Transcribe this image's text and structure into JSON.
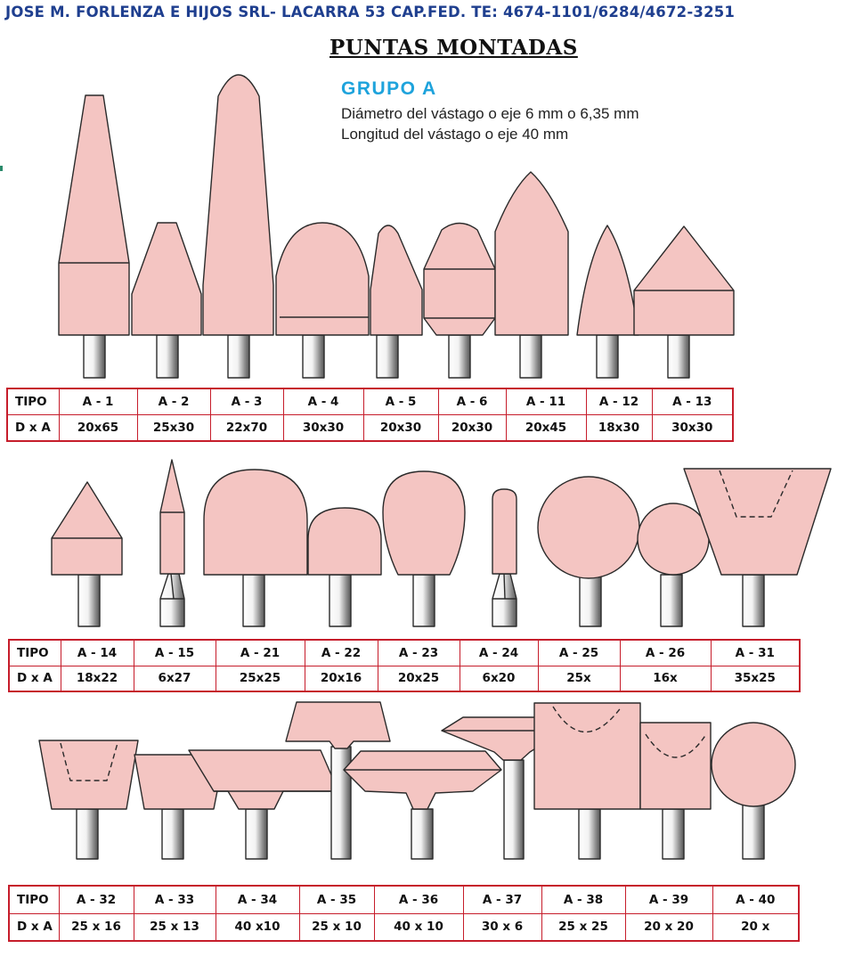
{
  "header": {
    "company_line": "JOSE M. FORLENZA E HIJOS SRL- LACARRA 53 CAP.FED. TE: 4674-1101/6284/4672-3251",
    "title": "PUNTAS MONTADAS"
  },
  "group": {
    "name": "GRUPO  A",
    "spec_1": "Diámetro del vástago o eje 6 mm o 6,35 mm",
    "spec_2": "Longitud del vástago o eje 40 mm"
  },
  "colors": {
    "stone_fill": "#f4c5c2",
    "outline": "#2a2a2a",
    "table_border": "#c61d2b",
    "header_text": "#1f3f8f",
    "group_title": "#1ea3dc"
  },
  "tables": [
    {
      "row_labels": [
        "TIPO",
        "D x A"
      ],
      "items": [
        {
          "tipo": "A - 1",
          "dxa": "20x65"
        },
        {
          "tipo": "A - 2",
          "dxa": "25x30"
        },
        {
          "tipo": "A - 3",
          "dxa": "22x70"
        },
        {
          "tipo": "A - 4",
          "dxa": "30x30"
        },
        {
          "tipo": "A - 5",
          "dxa": "20x30"
        },
        {
          "tipo": "A - 6",
          "dxa": "20x30"
        },
        {
          "tipo": "A - 11",
          "dxa": "20x45"
        },
        {
          "tipo": "A - 12",
          "dxa": "18x30"
        },
        {
          "tipo": "A - 13",
          "dxa": "30x30"
        }
      ]
    },
    {
      "row_labels": [
        "TIPO",
        "D x A"
      ],
      "items": [
        {
          "tipo": "A - 14",
          "dxa": "18x22"
        },
        {
          "tipo": "A - 15",
          "dxa": "6x27"
        },
        {
          "tipo": "A - 21",
          "dxa": "25x25"
        },
        {
          "tipo": "A - 22",
          "dxa": "20x16"
        },
        {
          "tipo": "A - 23",
          "dxa": "20x25"
        },
        {
          "tipo": "A - 24",
          "dxa": "6x20"
        },
        {
          "tipo": "A - 25",
          "dxa": "25x"
        },
        {
          "tipo": "A - 26",
          "dxa": "16x"
        },
        {
          "tipo": "A - 31",
          "dxa": "35x25"
        }
      ]
    },
    {
      "row_labels": [
        "TIPO",
        "D x A"
      ],
      "items": [
        {
          "tipo": "A - 32",
          "dxa": "25 x 16"
        },
        {
          "tipo": "A - 33",
          "dxa": "25 x 13"
        },
        {
          "tipo": "A - 34",
          "dxa": "40 x10"
        },
        {
          "tipo": "A - 35",
          "dxa": "25 x 10"
        },
        {
          "tipo": "A - 36",
          "dxa": "40 x 10"
        },
        {
          "tipo": "A - 37",
          "dxa": "30 x 6"
        },
        {
          "tipo": "A - 38",
          "dxa": "25 x 25"
        },
        {
          "tipo": "A - 39",
          "dxa": "20 x 20"
        },
        {
          "tipo": "A - 40",
          "dxa": "20 x"
        }
      ]
    }
  ]
}
